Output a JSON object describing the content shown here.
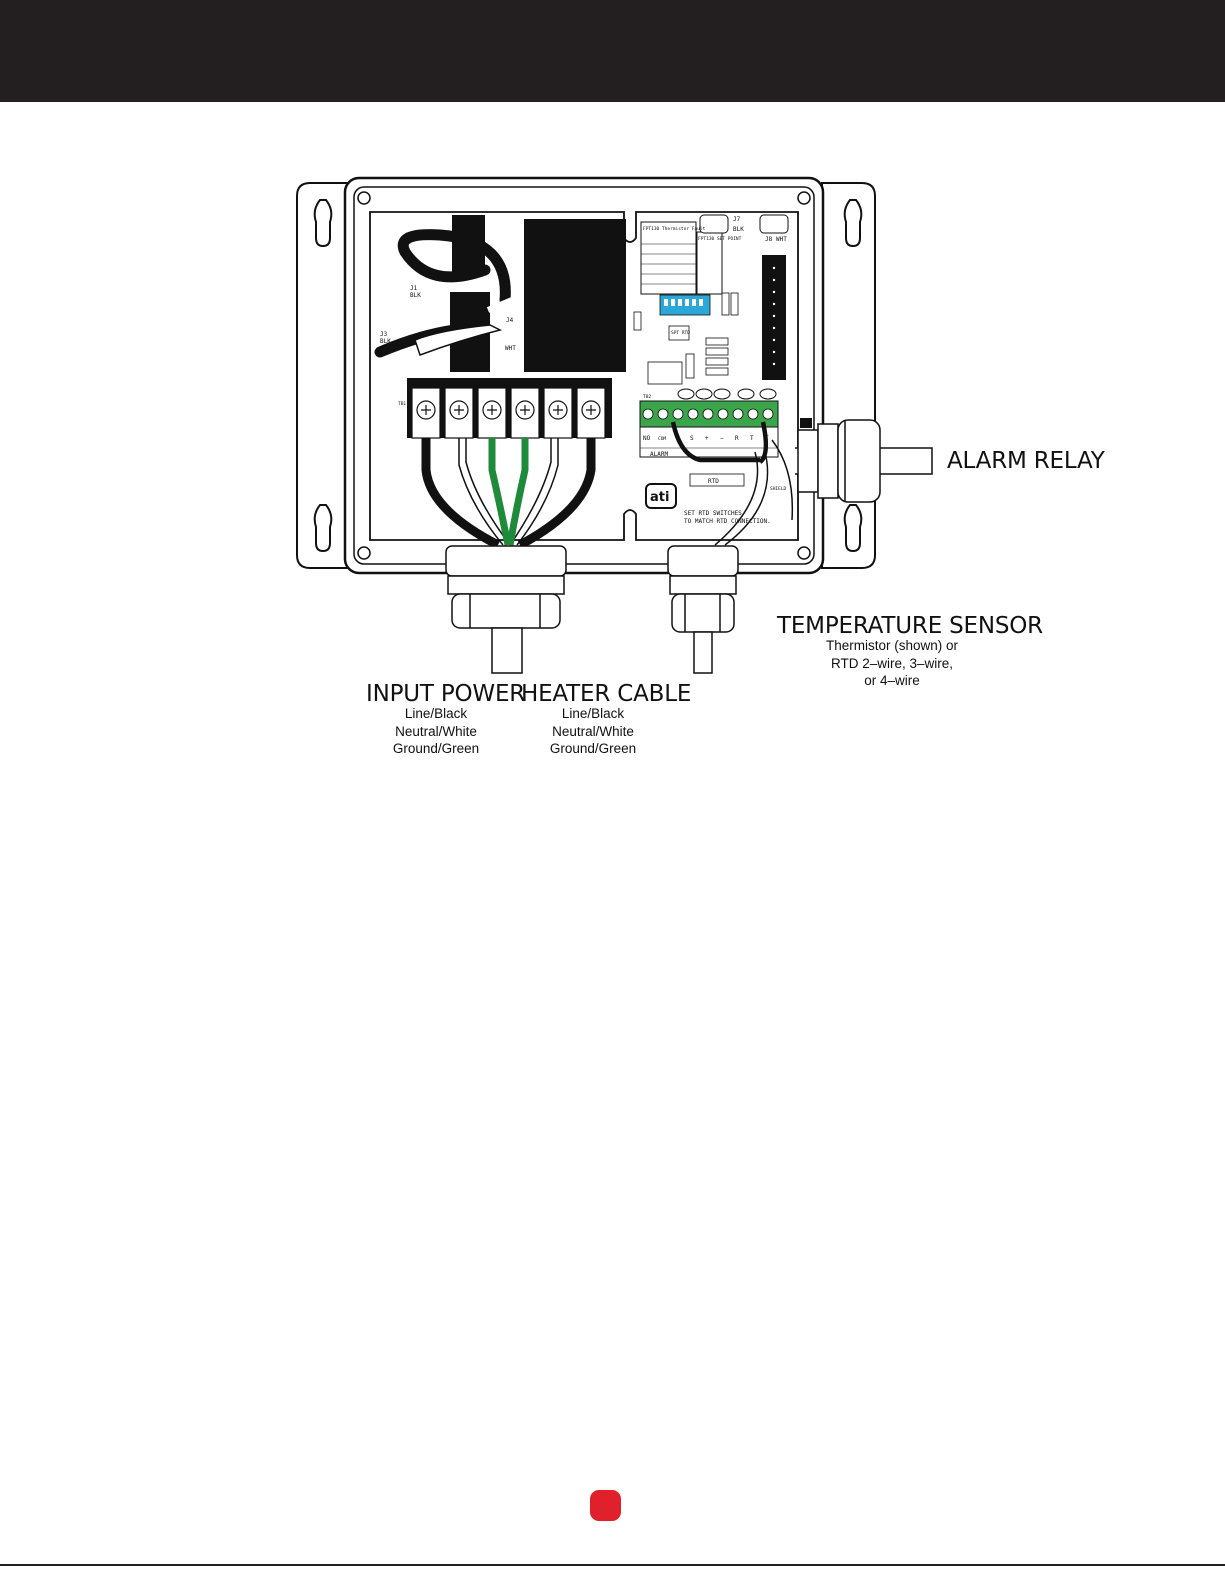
{
  "labels": {
    "alarm_relay": "ALARM RELAY",
    "temperature_sensor": {
      "title": "TEMPERATURE SENSOR",
      "line1": "Thermistor (shown) or",
      "line2": "RTD 2–wire, 3–wire,",
      "line3": "or 4–wire"
    },
    "input_power": {
      "title": "INPUT POWER",
      "line1": "Line/Black",
      "line2": "Neutral/White",
      "line3": "Ground/Green"
    },
    "heater_cable": {
      "title": "HEATER CABLE",
      "line1": "Line/Black",
      "line2": "Neutral/White",
      "line3": "Ground/Green"
    }
  },
  "board": {
    "j1": "J1",
    "j1_color": "BLK",
    "j3": "J3",
    "j3_color": "BLK",
    "j4": "J4",
    "j4_color": "WHT",
    "j7": "J7",
    "j7_color": "BLK",
    "j8": "J8",
    "j8_color": "WHT",
    "tb1": "TB1",
    "tb2": "TB2",
    "thermistor_table_title": "FPT130 Thermistor Fault",
    "setpoint_table_title": "FPT130 SET POINT",
    "rtd_switch_label": "SPT RTD",
    "alarm_label": "ALARM",
    "rtd_label": "RTD",
    "shield_label": "SHIELD",
    "terminal_labels": [
      "NO",
      "COM",
      "S",
      "+",
      "−",
      "R",
      "T",
      "T"
    ],
    "note_line1": "SET RTD SWITCHES",
    "note_line2": "TO MATCH RTD CONNECTION.",
    "logo": "ati"
  },
  "colors": {
    "top_bar": "#231f20",
    "page_marker": "#e0202a",
    "terminal_green": "#3aa54a",
    "dip_switch_blue": "#2ba8d8",
    "ground_wire_green": "#1f8a3a"
  }
}
